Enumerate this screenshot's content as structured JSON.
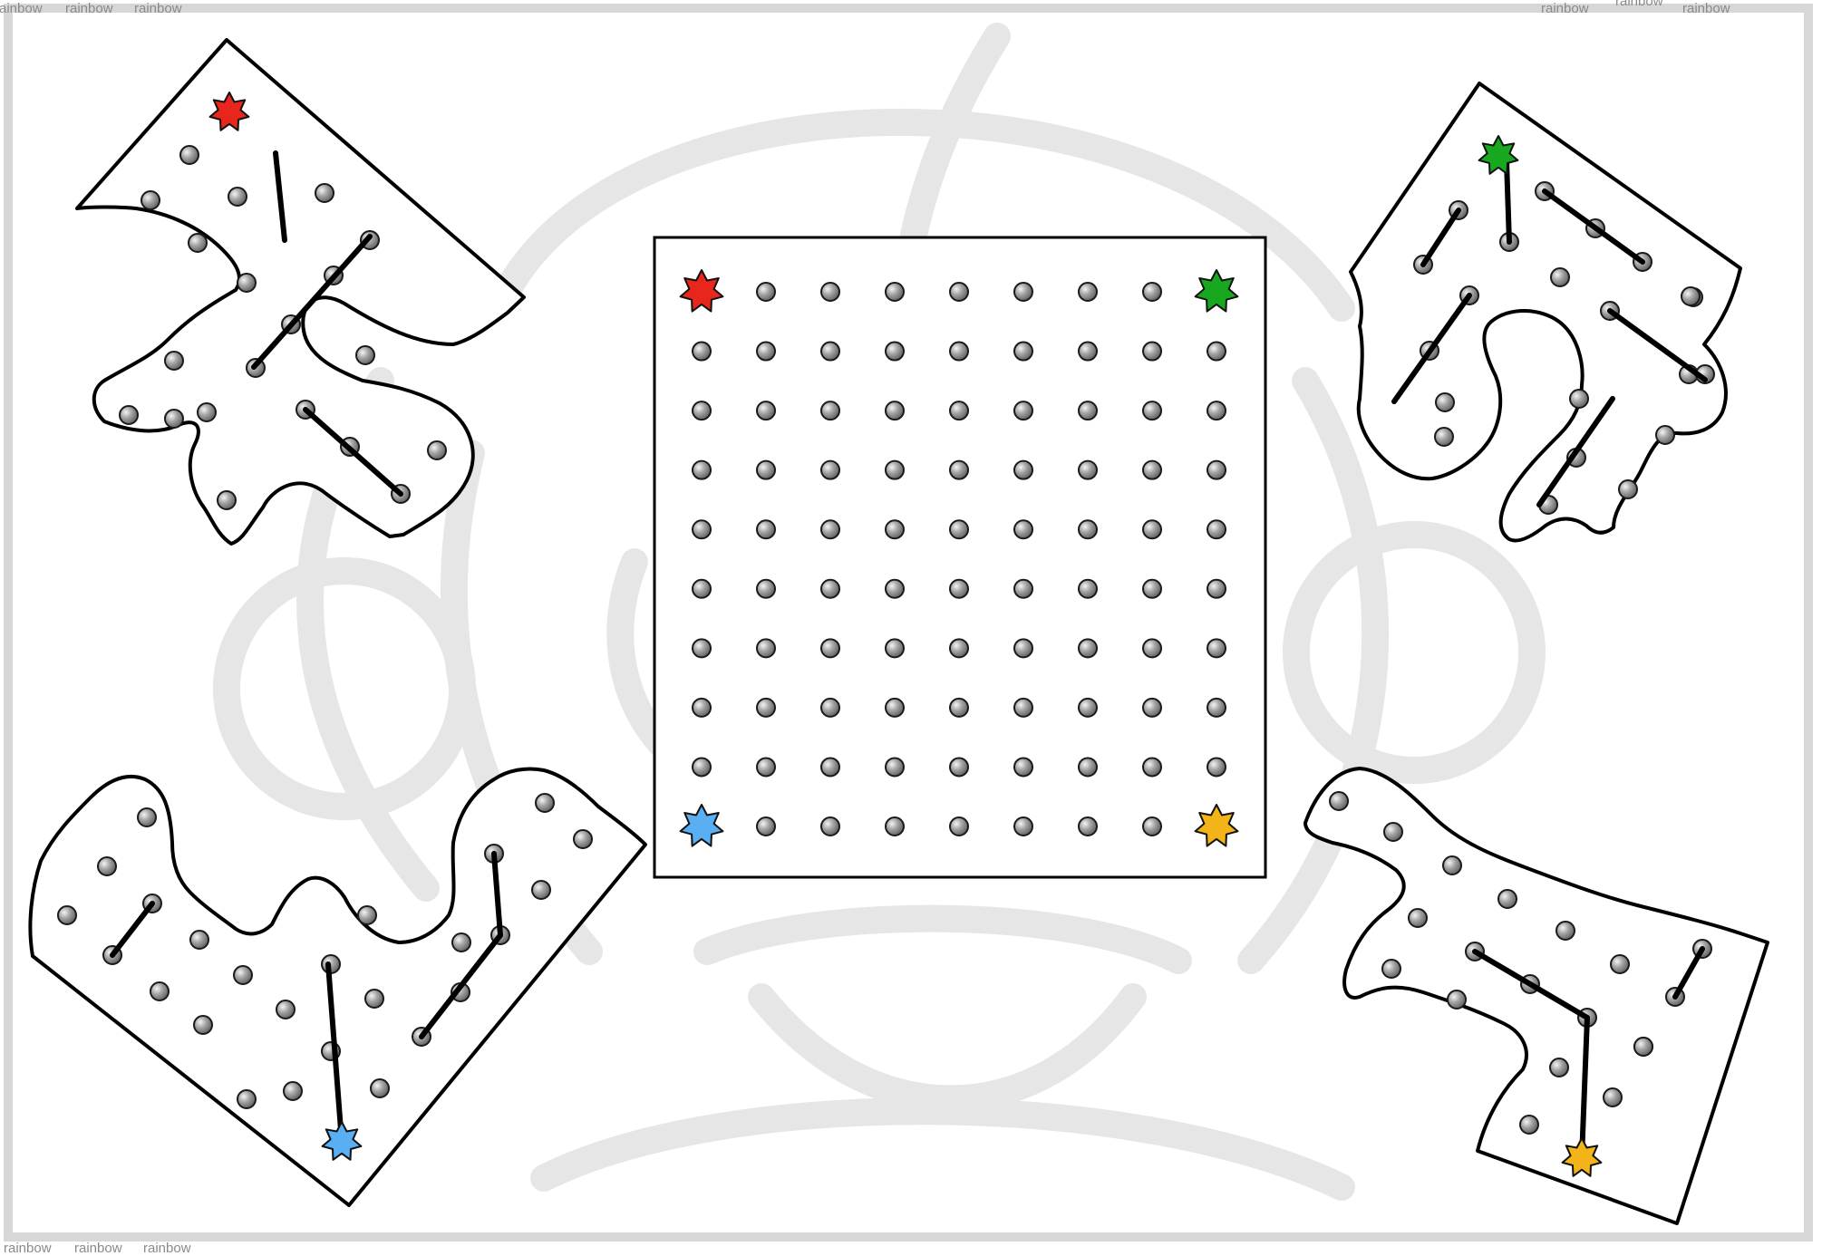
{
  "watermark": {
    "word": "rainbow"
  },
  "board": {
    "rows": 10,
    "cols": 9,
    "corners": [
      {
        "corner": "top-left",
        "color": "#e8261c"
      },
      {
        "corner": "top-right",
        "color": "#18a820"
      },
      {
        "corner": "bottom-left",
        "color": "#5aaef2"
      },
      {
        "corner": "bottom-right",
        "color": "#f2b418"
      }
    ]
  },
  "pieces": [
    {
      "name": "puzzle-piece-red",
      "star_color": "#e8261c"
    },
    {
      "name": "puzzle-piece-green",
      "star_color": "#18a820"
    },
    {
      "name": "puzzle-piece-blue",
      "star_color": "#5aaef2"
    },
    {
      "name": "puzzle-piece-yellow",
      "star_color": "#f2b418"
    }
  ],
  "colors": {
    "peg_fill": "#9a9a9a",
    "outline": "#000000",
    "frame": "#d7d7d7",
    "watermark": "#e6e6e6"
  },
  "icons": {
    "peg": "peg-icon",
    "star": "star-icon"
  }
}
